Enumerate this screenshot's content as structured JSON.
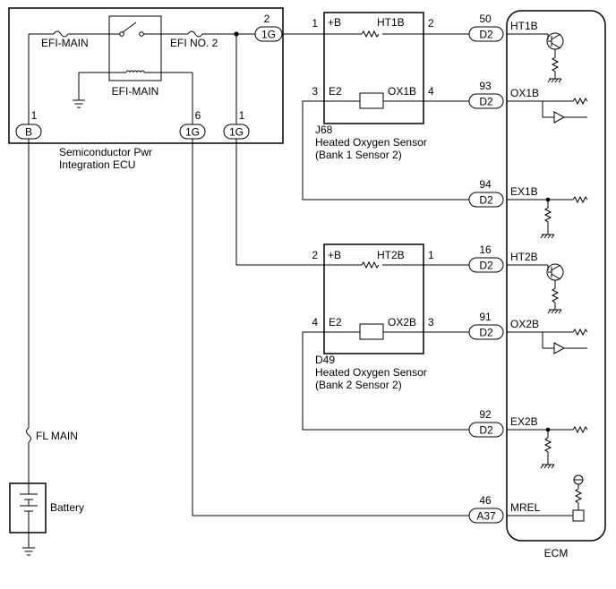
{
  "ecu": {
    "name_line1": "Semiconductor Pwr",
    "name_line2": "Integration ECU",
    "relay_label": "EFI-MAIN",
    "fuse_efi_main": "EFI-MAIN",
    "fuse_efi_no2": "EFI NO. 2",
    "pin_b_num": "1",
    "pin_b": "B",
    "pin_6_num": "6",
    "pin_6": "1G",
    "pin_1_num": "1",
    "pin_1": "1G",
    "pin_2_num": "2",
    "pin_2": "1G"
  },
  "sensor1": {
    "id": "J68",
    "name_line1": "Heated Oxygen Sensor",
    "name_line2": "(Bank 1 Sensor 2)",
    "pin_b_num": "1",
    "pin_b": "+B",
    "pin_ht_num": "2",
    "pin_ht": "HT1B",
    "pin_e2_num": "3",
    "pin_e2": "E2",
    "pin_ox_num": "4",
    "pin_ox": "OX1B"
  },
  "sensor2": {
    "id": "D49",
    "name_line1": "Heated Oxygen Sensor",
    "name_line2": "(Bank 2 Sensor 2)",
    "pin_b_num": "2",
    "pin_b": "+B",
    "pin_ht_num": "1",
    "pin_ht": "HT2B",
    "pin_e2_num": "4",
    "pin_e2": "E2",
    "pin_ox_num": "3",
    "pin_ox": "OX2B"
  },
  "ecm": {
    "label": "ECM",
    "pins": [
      {
        "num": "50",
        "conn": "D2",
        "name": "HT1B"
      },
      {
        "num": "93",
        "conn": "D2",
        "name": "OX1B"
      },
      {
        "num": "94",
        "conn": "D2",
        "name": "EX1B"
      },
      {
        "num": "16",
        "conn": "D2",
        "name": "HT2B"
      },
      {
        "num": "91",
        "conn": "D2",
        "name": "OX2B"
      },
      {
        "num": "92",
        "conn": "D2",
        "name": "EX2B"
      },
      {
        "num": "46",
        "conn": "A37",
        "name": "MREL"
      }
    ]
  },
  "fl_main": "FL MAIN",
  "battery": "Battery"
}
